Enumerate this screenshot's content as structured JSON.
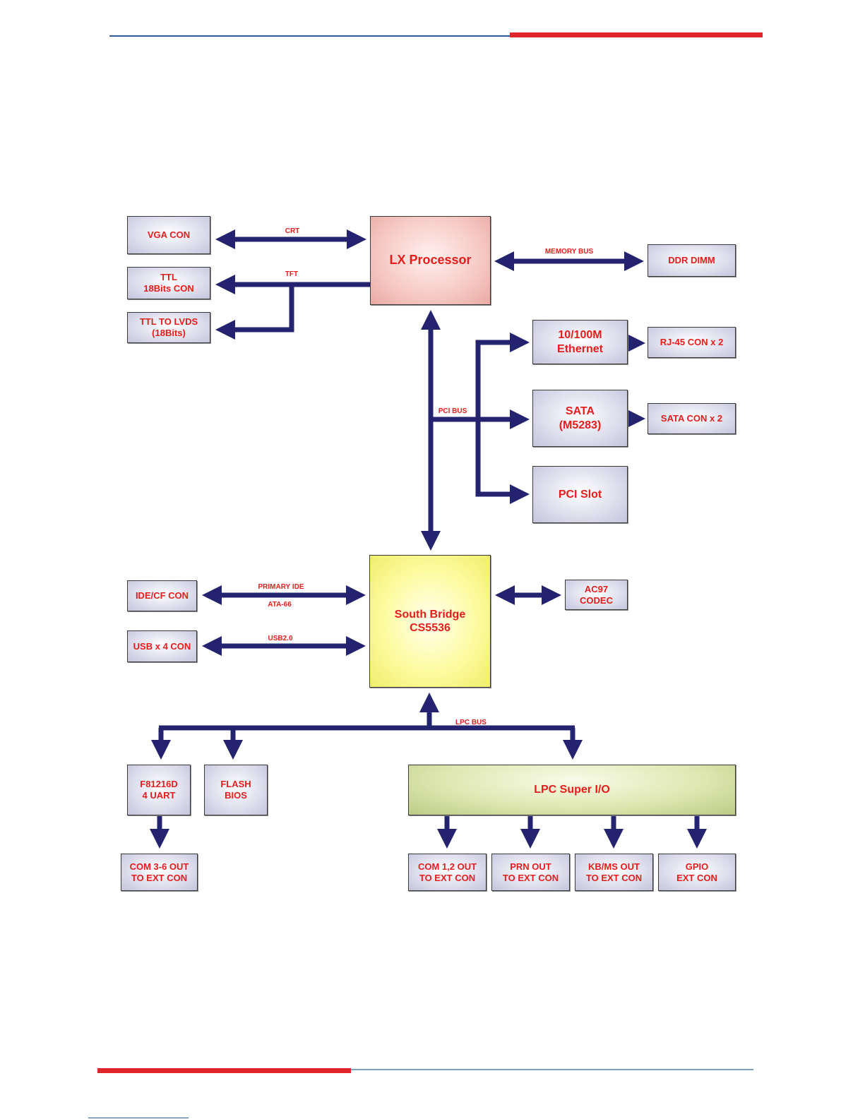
{
  "colors": {
    "bus": "#24236f",
    "text": "#e41d1d",
    "rule_blue": "#2e5a9c",
    "rule_red": "#e0262a"
  },
  "blocks": {
    "vga_con": "VGA CON",
    "ttl_18": "TTL\n18Bits CON",
    "ttl_lvds": "TTL TO LVDS\n(18Bits)",
    "lx_processor": "LX Processor",
    "ddr_dimm": "DDR DIMM",
    "ethernet": "10/100M\nEthernet",
    "rj45": "RJ-45 CON x 2",
    "sata": "SATA\n(M5283)",
    "sata_con": "SATA CON x 2",
    "pci_slot": "PCI Slot",
    "ide_cf": "IDE/CF CON",
    "usb_con": "USB x 4 CON",
    "south_bridge": "South Bridge\nCS5536",
    "ac97": "AC97\nCODEC",
    "f81216d": "F81216D\n4 UART",
    "flash_bios": "FLASH\nBIOS",
    "lpc_super_io": "LPC Super I/O",
    "com36": "COM 3-6 OUT\nTO EXT CON",
    "com12": "COM 1,2 OUT\nTO EXT CON",
    "prn": "PRN OUT\nTO EXT CON",
    "kbms": "KB/MS OUT\nTO EXT CON",
    "gpio": "GPIO\nEXT CON"
  },
  "bus_labels": {
    "crt": "CRT",
    "tft": "TFT",
    "memory_bus": "MEMORY BUS",
    "pci_bus": "PCI BUS",
    "primary_ide": "PRIMARY IDE",
    "ata66": "ATA-66",
    "usb20": "USB2.0",
    "lpc_bus": "LPC BUS"
  }
}
